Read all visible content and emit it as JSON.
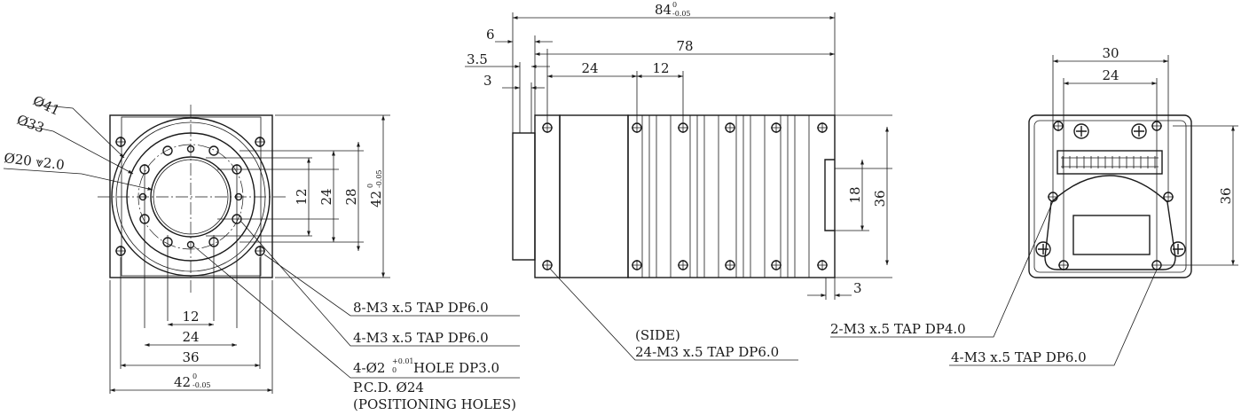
{
  "front": {
    "d41": "Ø41",
    "d33": "Ø33",
    "d20": "Ø20 ⩔2.0",
    "dim_12_v": "12",
    "dim_24_v": "24",
    "dim_28_v": "28",
    "dim_42_v": "42",
    "dim_12_h": "12",
    "dim_24_h": "24",
    "dim_36_h": "36",
    "dim_42_h": "42",
    "tol_upper": "0",
    "tol_lower": "-0.05",
    "tap_8": "8-M3 x.5 TAP DP6.0",
    "tap_4": "4-M3 x.5 TAP DP6.0",
    "hole_prefix": "4-Ø2",
    "hole_tol_upper": "+0.01",
    "hole_tol_lower": "0",
    "hole_suffix": " HOLE DP3.0",
    "pcd": "P.C.D. Ø24",
    "positioning": "(POSITIONING HOLES)"
  },
  "side": {
    "dim_84": "84",
    "tol_upper": "0",
    "tol_lower": "-0.05",
    "dim_6": "6",
    "dim_78": "78",
    "dim_3_5": "3.5",
    "dim_24": "24",
    "dim_12": "12",
    "dim_3_top": "3",
    "dim_18": "18",
    "dim_36": "36",
    "dim_3_bottom": "3",
    "label": "(SIDE)",
    "tap_24": "24-M3 x.5 TAP DP6.0"
  },
  "rear": {
    "dim_30": "30",
    "dim_24": "24",
    "dim_36": "36",
    "tap_2": "2-M3 x.5 TAP DP4.0",
    "tap_4": "4-M3 x.5 TAP DP6.0"
  }
}
